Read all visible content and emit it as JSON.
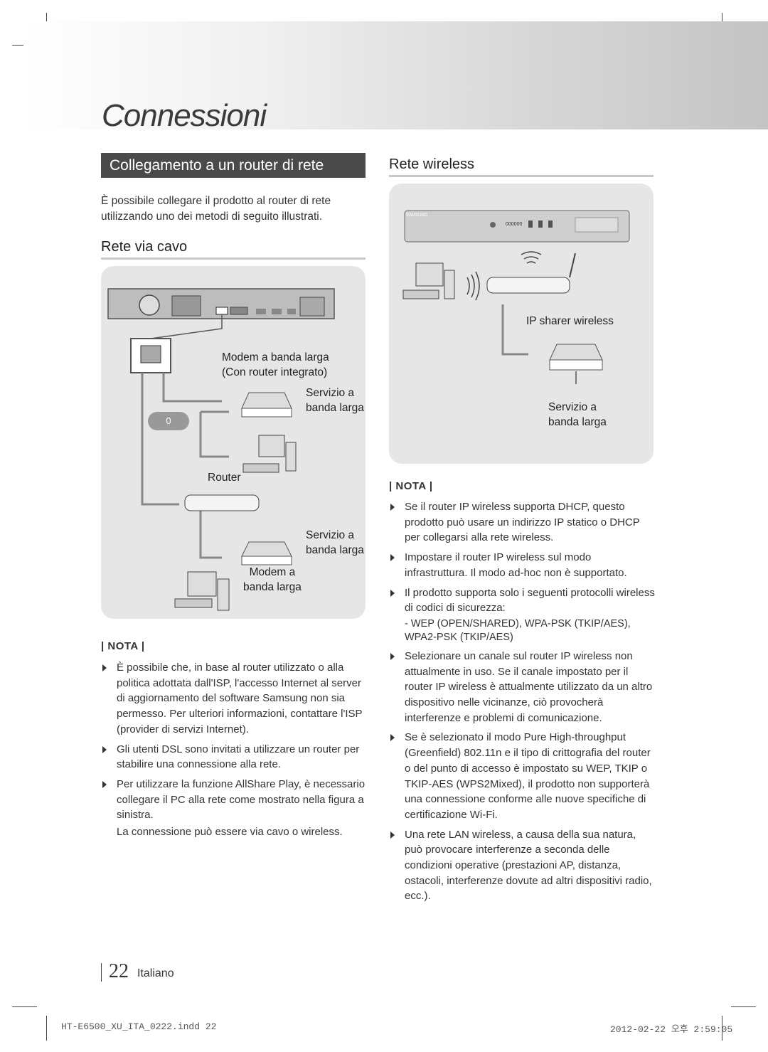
{
  "page": {
    "section_title": "Connessioni",
    "heading": "Collegamento a un router di rete",
    "intro": [
      "È possibile collegare il prodotto al router di rete",
      "utilizzando uno dei metodi di seguito illustrati."
    ],
    "page_number": "22",
    "language": "Italiano"
  },
  "left": {
    "subtitle": "Rete via cavo",
    "diagram_labels": {
      "modem_router": [
        "Modem a banda larga",
        "(Con router integrato)"
      ],
      "service_1": [
        "Servizio a",
        "banda larga"
      ],
      "or_badge": "0",
      "router": "Router",
      "service_2": [
        "Servizio a",
        "banda larga"
      ],
      "modem": [
        "Modem a",
        "banda larga"
      ]
    },
    "nota_label": "NOTA",
    "notes": [
      "È possibile che, in base al router utilizzato o alla politica adottata dall'ISP, l'accesso Internet al server di aggiornamento del software Samsung non sia permesso. Per ulteriori informazioni, contattare l'ISP (provider di servizi Internet).",
      "Gli utenti DSL sono invitati a utilizzare un router per stabilire una connessione alla rete.",
      "Per utilizzare la funzione AllShare Play, è necessario collegare il PC alla rete come mostrato nella figura a sinistra."
    ],
    "notes_extra": "La connessione può essere via cavo o wireless."
  },
  "right": {
    "subtitle": "Rete wireless",
    "diagram_labels": {
      "ip_sharer": "IP sharer wireless",
      "service": [
        "Servizio a",
        "banda larga"
      ],
      "brand": "SAMSUNG",
      "display": "000000"
    },
    "nota_label": "NOTA",
    "notes": [
      "Se il router IP wireless supporta DHCP, questo prodotto può usare un indirizzo IP statico o DHCP per collegarsi alla rete wireless.",
      "Impostare il router IP wireless sul modo infrastruttura. Il modo ad-hoc non è supportato.",
      "Il prodotto supporta solo i seguenti protocolli wireless di codici di sicurezza:"
    ],
    "protocols": "- WEP (OPEN/SHARED), WPA-PSK (TKIP/AES), WPA2-PSK (TKIP/AES)",
    "notes_more": [
      "Selezionare un canale sul router IP wireless non attualmente in uso. Se il canale impostato per il router IP wireless è attualmente utilizzato da un altro dispositivo nelle vicinanze, ciò provocherà interferenze e problemi di comunicazione.",
      "Se è selezionato il modo Pure High-throughput (Greenfield) 802.11n e il tipo di crittografia del router o del punto di accesso è impostato su WEP, TKIP o TKIP-AES (WPS2Mixed), il prodotto non supporterà una connessione conforme alle nuove specifiche di certificazione Wi-Fi.",
      "Una rete LAN wireless, a causa della sua natura, può provocare interferenze a seconda delle condizioni operative (prestazioni AP, distanza, ostacoli, interferenze dovute ad altri dispositivi radio, ecc.)."
    ]
  },
  "footer": {
    "file": "HT-E6500_XU_ITA_0222.indd   22",
    "date": "2012-02-22   오후 2:59:05"
  },
  "colors": {
    "heading_bg": "#4a4a4a",
    "panel_bg": "#e6e6e6",
    "rule": "#c8c8c8"
  }
}
